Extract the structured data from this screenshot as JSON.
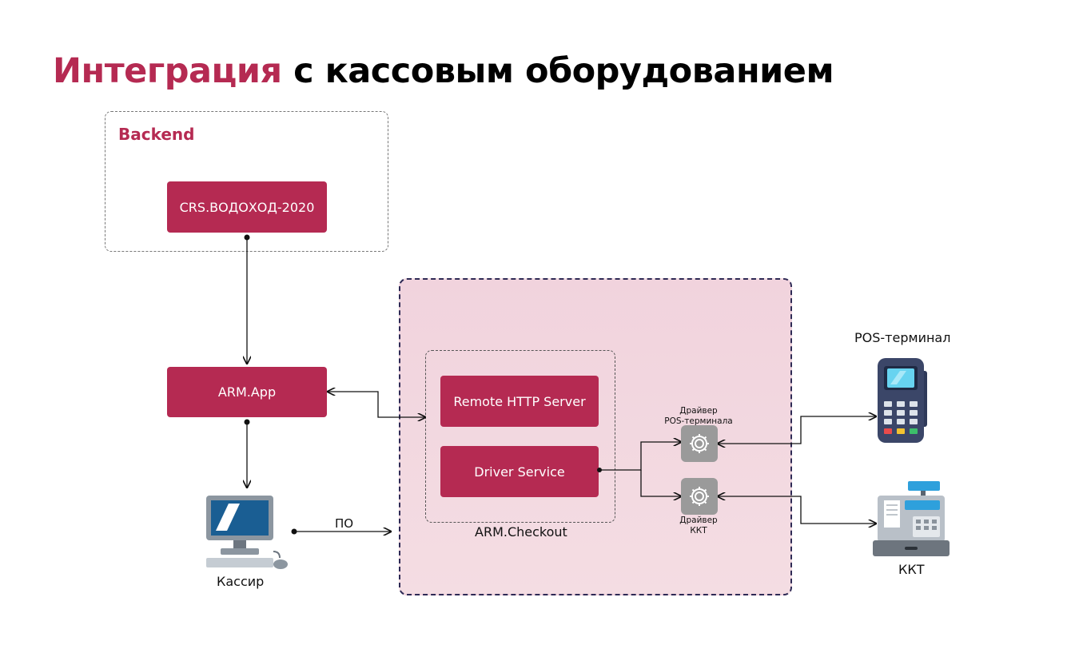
{
  "title": {
    "accent": "Интеграция",
    "rest": " с кассовым оборудованием"
  },
  "backend": {
    "label": "Backend",
    "node": "CRS.ВОДОХОД-2020"
  },
  "nodes": {
    "arm_app": "ARM.App",
    "remote_http": "Remote HTTP Server",
    "driver_service": "Driver Service"
  },
  "checkout": {
    "label": "ARM.Checkout"
  },
  "drivers": {
    "pos_line1": "Драйвер",
    "pos_line2": "POS-терминала",
    "kkt_line1": "Драйвер",
    "kkt_line2": "ККТ"
  },
  "devices": {
    "pos": "POS-терминал",
    "kkt": "ККТ",
    "cashier": "Кассир"
  },
  "edges": {
    "software": "ПО"
  },
  "icons": [
    "gear-icon",
    "pos-terminal-icon",
    "cash-register-icon",
    "computer-icon"
  ],
  "colors": {
    "accent": "#b52a52",
    "border_dark": "#2e2a55",
    "area_fill": "#f3d9e1",
    "gear_bg": "#9a9a9a"
  }
}
